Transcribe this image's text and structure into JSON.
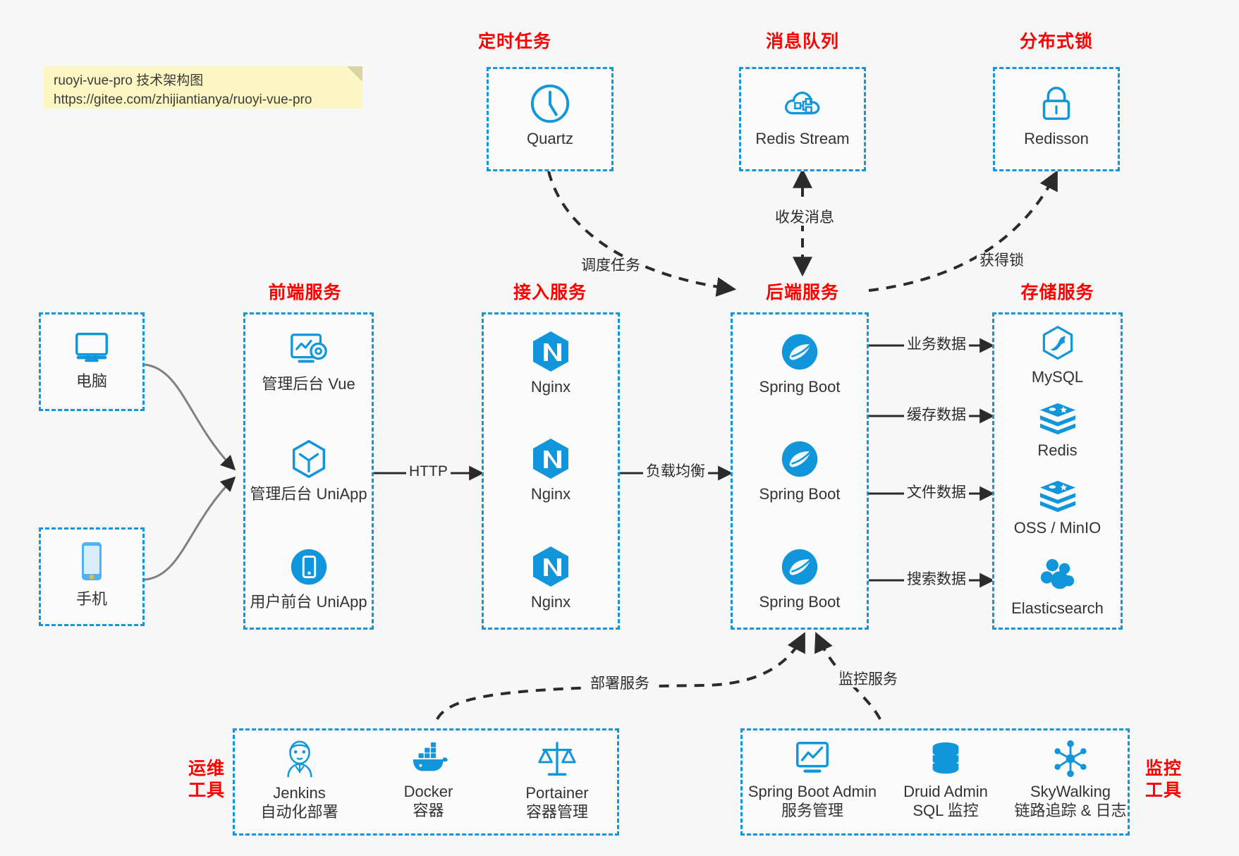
{
  "note": {
    "line1": "ruoyi-vue-pro 技术架构图",
    "line2": "https://gitee.com/zhijiantianya/ruoyi-vue-pro"
  },
  "colors": {
    "accent": "#1296db",
    "title": "#ff0000",
    "background": "#f7f7f7",
    "box_fill": "#fbfbfb",
    "note_fill": "#fcf7c2",
    "text": "#333333",
    "edge": "#2b2b2b"
  },
  "groups": {
    "scheduler": {
      "title": "定时任务",
      "nodes": [
        {
          "label": "Quartz",
          "icon": "clock-icon"
        }
      ]
    },
    "mq": {
      "title": "消息队列",
      "nodes": [
        {
          "label": "Redis Stream",
          "icon": "cloud-node-icon"
        }
      ]
    },
    "lock": {
      "title": "分布式锁",
      "nodes": [
        {
          "label": "Redisson",
          "icon": "lock-icon"
        }
      ]
    },
    "clients": {
      "nodes": [
        {
          "label": "电脑",
          "icon": "desktop-icon"
        },
        {
          "label": "手机",
          "icon": "mobile-icon"
        }
      ]
    },
    "frontend": {
      "title": "前端服务",
      "nodes": [
        {
          "label": "管理后台 Vue",
          "icon": "dashboard-gear-icon"
        },
        {
          "label": "管理后台 UniApp",
          "icon": "hex-cube-icon"
        },
        {
          "label": "用户前台 UniApp",
          "icon": "mobile-circle-icon"
        }
      ]
    },
    "gateway": {
      "title": "接入服务",
      "nodes": [
        {
          "label": "Nginx",
          "icon": "nginx-icon"
        },
        {
          "label": "Nginx",
          "icon": "nginx-icon"
        },
        {
          "label": "Nginx",
          "icon": "nginx-icon"
        }
      ]
    },
    "backend": {
      "title": "后端服务",
      "nodes": [
        {
          "label": "Spring Boot",
          "icon": "spring-leaf-icon"
        },
        {
          "label": "Spring Boot",
          "icon": "spring-leaf-icon"
        },
        {
          "label": "Spring Boot",
          "icon": "spring-leaf-icon"
        }
      ]
    },
    "storage": {
      "title": "存储服务",
      "nodes": [
        {
          "label": "MySQL",
          "icon": "mysql-dolphin-icon"
        },
        {
          "label": "Redis",
          "icon": "redis-stack-icon"
        },
        {
          "label": "OSS / MinIO",
          "icon": "redis-stack-icon"
        },
        {
          "label": "Elasticsearch",
          "icon": "elasticsearch-icon"
        }
      ]
    },
    "devops": {
      "title_line1": "运维",
      "title_line2": "工具",
      "nodes": [
        {
          "label": "Jenkins",
          "sublabel": "自动化部署",
          "icon": "jenkins-butler-icon"
        },
        {
          "label": "Docker",
          "sublabel": "容器",
          "icon": "docker-whale-icon"
        },
        {
          "label": "Portainer",
          "sublabel": "容器管理",
          "icon": "scales-icon"
        }
      ]
    },
    "monitoring": {
      "title_line1": "监控",
      "title_line2": "工具",
      "nodes": [
        {
          "label": "Spring Boot Admin",
          "sublabel": "服务管理",
          "icon": "monitor-chart-icon"
        },
        {
          "label": "Druid Admin",
          "sublabel": "SQL 监控",
          "icon": "database-icon"
        },
        {
          "label": "SkyWalking",
          "sublabel": "链路追踪 & 日志",
          "icon": "skywalking-icon"
        }
      ]
    }
  },
  "edges": [
    {
      "label": "调度任务"
    },
    {
      "label": "收发消息"
    },
    {
      "label": "获得锁"
    },
    {
      "label": "HTTP"
    },
    {
      "label": "负载均衡"
    },
    {
      "label": "业务数据"
    },
    {
      "label": "缓存数据"
    },
    {
      "label": "文件数据"
    },
    {
      "label": "搜索数据"
    },
    {
      "label": "部署服务"
    },
    {
      "label": "监控服务"
    }
  ]
}
